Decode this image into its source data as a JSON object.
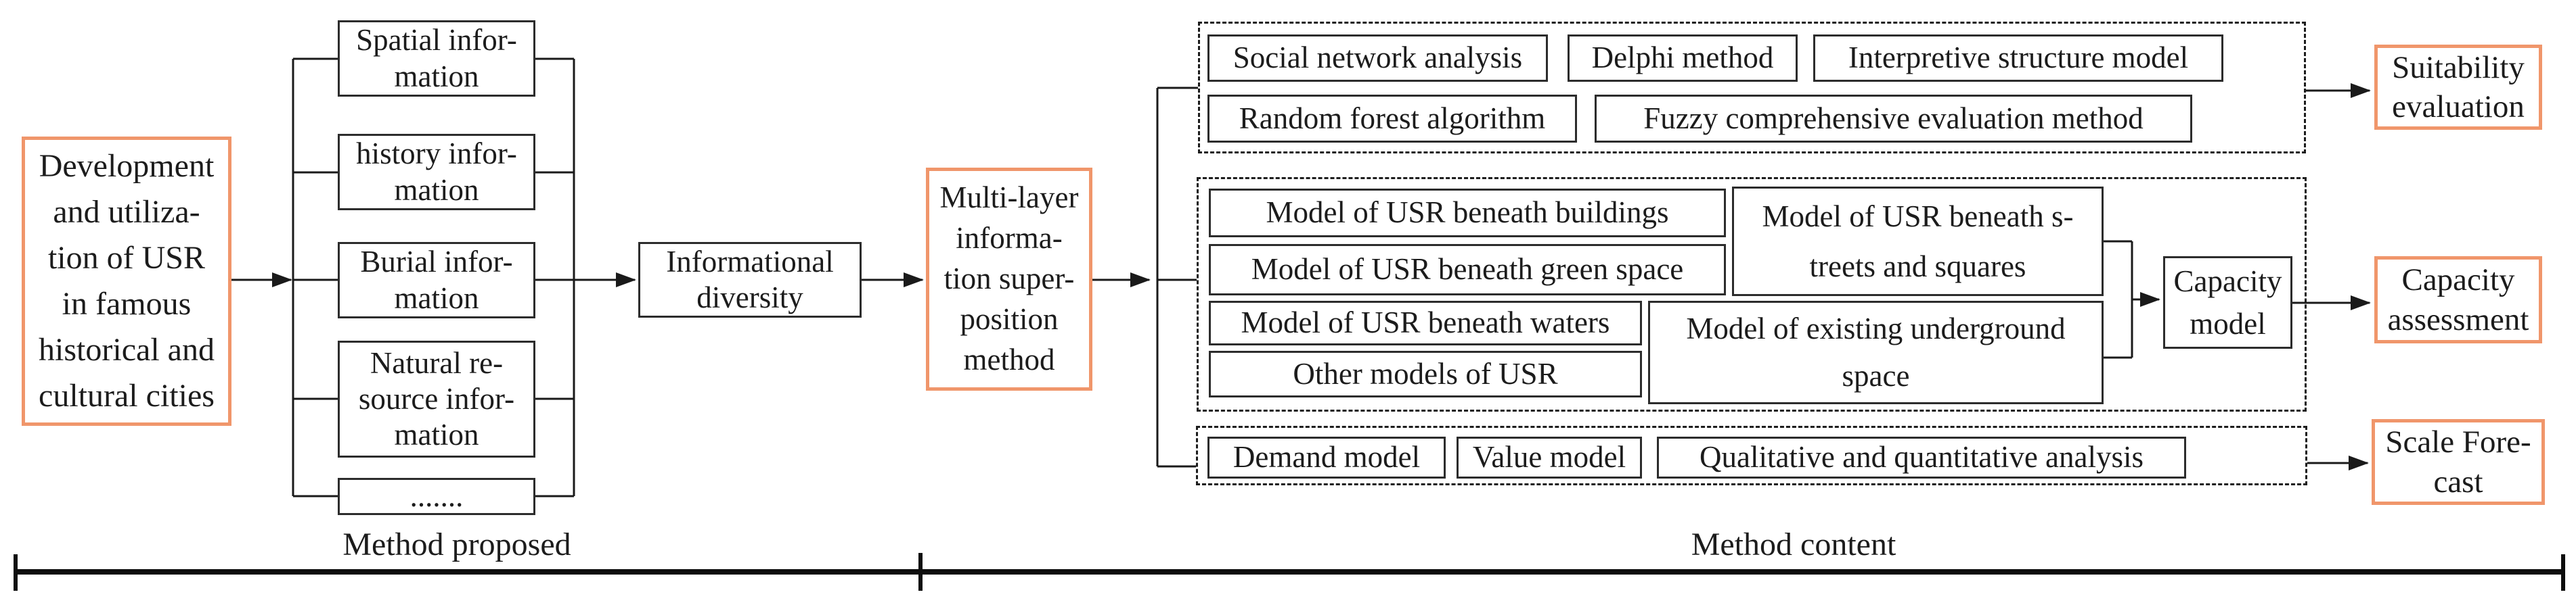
{
  "diagram": {
    "accent_color": "#F0966B",
    "line_color": "#1a1a1a",
    "source": {
      "label": "Development\nand utiliza-\ntion of USR\nin famous\nhistorical and\ncultural cities"
    },
    "information_layers": {
      "items": [
        {
          "label": "Spatial infor-\nmation"
        },
        {
          "label": "history infor-\nmation"
        },
        {
          "label": "Burial infor-\nmation"
        },
        {
          "label": "Natural re-\nsource infor-\nmation"
        },
        {
          "label": "......."
        }
      ]
    },
    "informational_diversity": {
      "label": "Informational\ndiversity"
    },
    "multilayer_method": {
      "label": "Multi-layer\ninforma-\ntion super-\nposition\nmethod"
    },
    "suitability_group": {
      "row1": [
        {
          "label": "Social network analysis"
        },
        {
          "label": "Delphi method"
        },
        {
          "label": "Interpretive structure model"
        }
      ],
      "row2": [
        {
          "label": "Random forest algorithm"
        },
        {
          "label": "Fuzzy comprehensive evaluation method"
        }
      ]
    },
    "capacity_group": {
      "models": [
        {
          "label": "Model of USR beneath buildings"
        },
        {
          "label": "Model of USR beneath green space"
        },
        {
          "label": "Model of USR beneath waters"
        },
        {
          "label": "Other models of USR"
        },
        {
          "label": "Model of USR beneath s-\ntreets and squares"
        },
        {
          "label": "Model of existing underground\nspace"
        }
      ],
      "capacity_model": {
        "label": "Capacity\nmodel"
      }
    },
    "scale_group": {
      "items": [
        {
          "label": "Demand model"
        },
        {
          "label": "Value model"
        },
        {
          "label": "Qualitative and quantitative analysis"
        }
      ]
    },
    "outputs": {
      "suitability": {
        "label": "Suitability\nevaluation"
      },
      "capacity": {
        "label": "Capacity\nassessment"
      },
      "scale": {
        "label": "Scale Fore-\ncast"
      }
    },
    "brackets": {
      "method_proposed": "Method proposed",
      "method_content": "Method content"
    }
  }
}
